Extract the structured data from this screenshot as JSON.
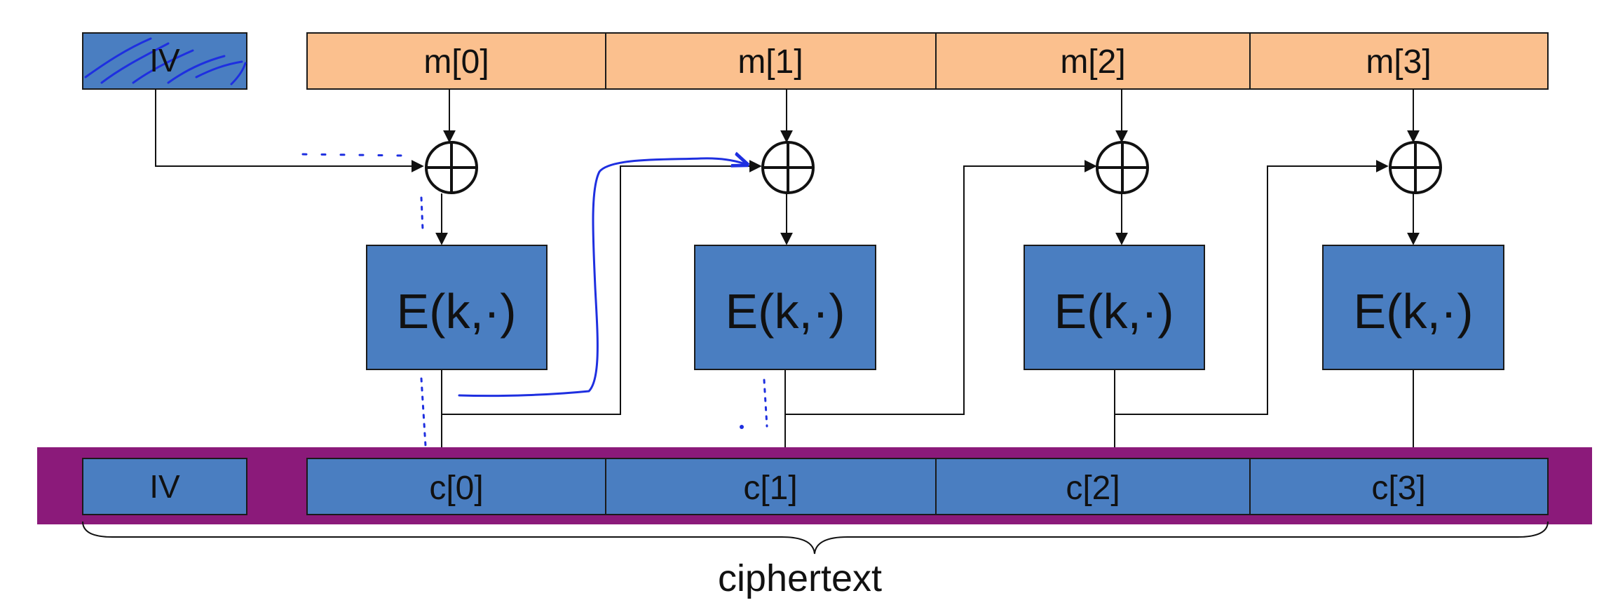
{
  "iv_input": {
    "label": "IV"
  },
  "plaintext_blocks": [
    {
      "label": "m[0]"
    },
    {
      "label": "m[1]"
    },
    {
      "label": "m[2]"
    },
    {
      "label": "m[3]"
    }
  ],
  "cipher_blocks": [
    {
      "label": "E(k,·)"
    },
    {
      "label": "E(k,·)"
    },
    {
      "label": "E(k,·)"
    },
    {
      "label": "E(k,·)"
    }
  ],
  "ciphertext_row": {
    "iv_label": "IV",
    "blocks": [
      {
        "label": "c[0]"
      },
      {
        "label": "c[1]"
      },
      {
        "label": "c[2]"
      },
      {
        "label": "c[3]"
      }
    ]
  },
  "ciphertext_caption": "ciphertext",
  "colors": {
    "plaintext_fill": "#FBC08E",
    "block_fill": "#4A7EC1",
    "ciphertext_band": "#8B1A7A",
    "annotation_ink": "#1E2FE0",
    "line": "#111111"
  }
}
